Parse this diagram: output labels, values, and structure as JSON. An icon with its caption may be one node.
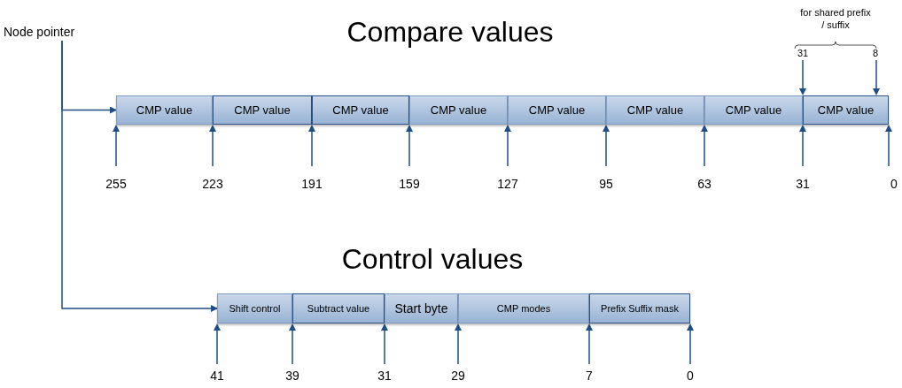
{
  "diagram": {
    "nodes": [
      {
        "text": [
          "Node pointer"
        ]
      },
      {
        "text": [
          "CMP value"
        ]
      },
      {
        "text": [
          "CMP value"
        ]
      },
      {
        "text": [
          "CMP value"
        ]
      },
      {
        "text": [
          "CMP value"
        ]
      },
      {
        "text": [
          "CMP value"
        ]
      },
      {
        "text": [
          "CMP value"
        ]
      },
      {
        "text": [
          "CMP value"
        ]
      },
      {
        "text": [
          "CMP value"
        ]
      },
      {
        "text": [
          "Shift control"
        ]
      },
      {
        "text": [
          "Subtract value"
        ]
      },
      {
        "text": [
          "Start byte"
        ]
      },
      {
        "text": [
          "CMP modes"
        ]
      },
      {
        "text": [
          "Prefix Suffix mask"
        ]
      }
    ],
    "edges": [
      {
        "from": 0,
        "to": 1,
        "arrow": "to"
      },
      {
        "from": 0,
        "to": 9,
        "arrow": "to"
      }
    ],
    "labels": [
      "Compare values",
      "for shared prefix / suffix",
      "31",
      "8",
      "255",
      "223",
      "191",
      "159",
      "127",
      "95",
      "63",
      "31",
      "0",
      "Control values",
      "41",
      "39",
      "31",
      "29",
      "7",
      "0"
    ]
  }
}
